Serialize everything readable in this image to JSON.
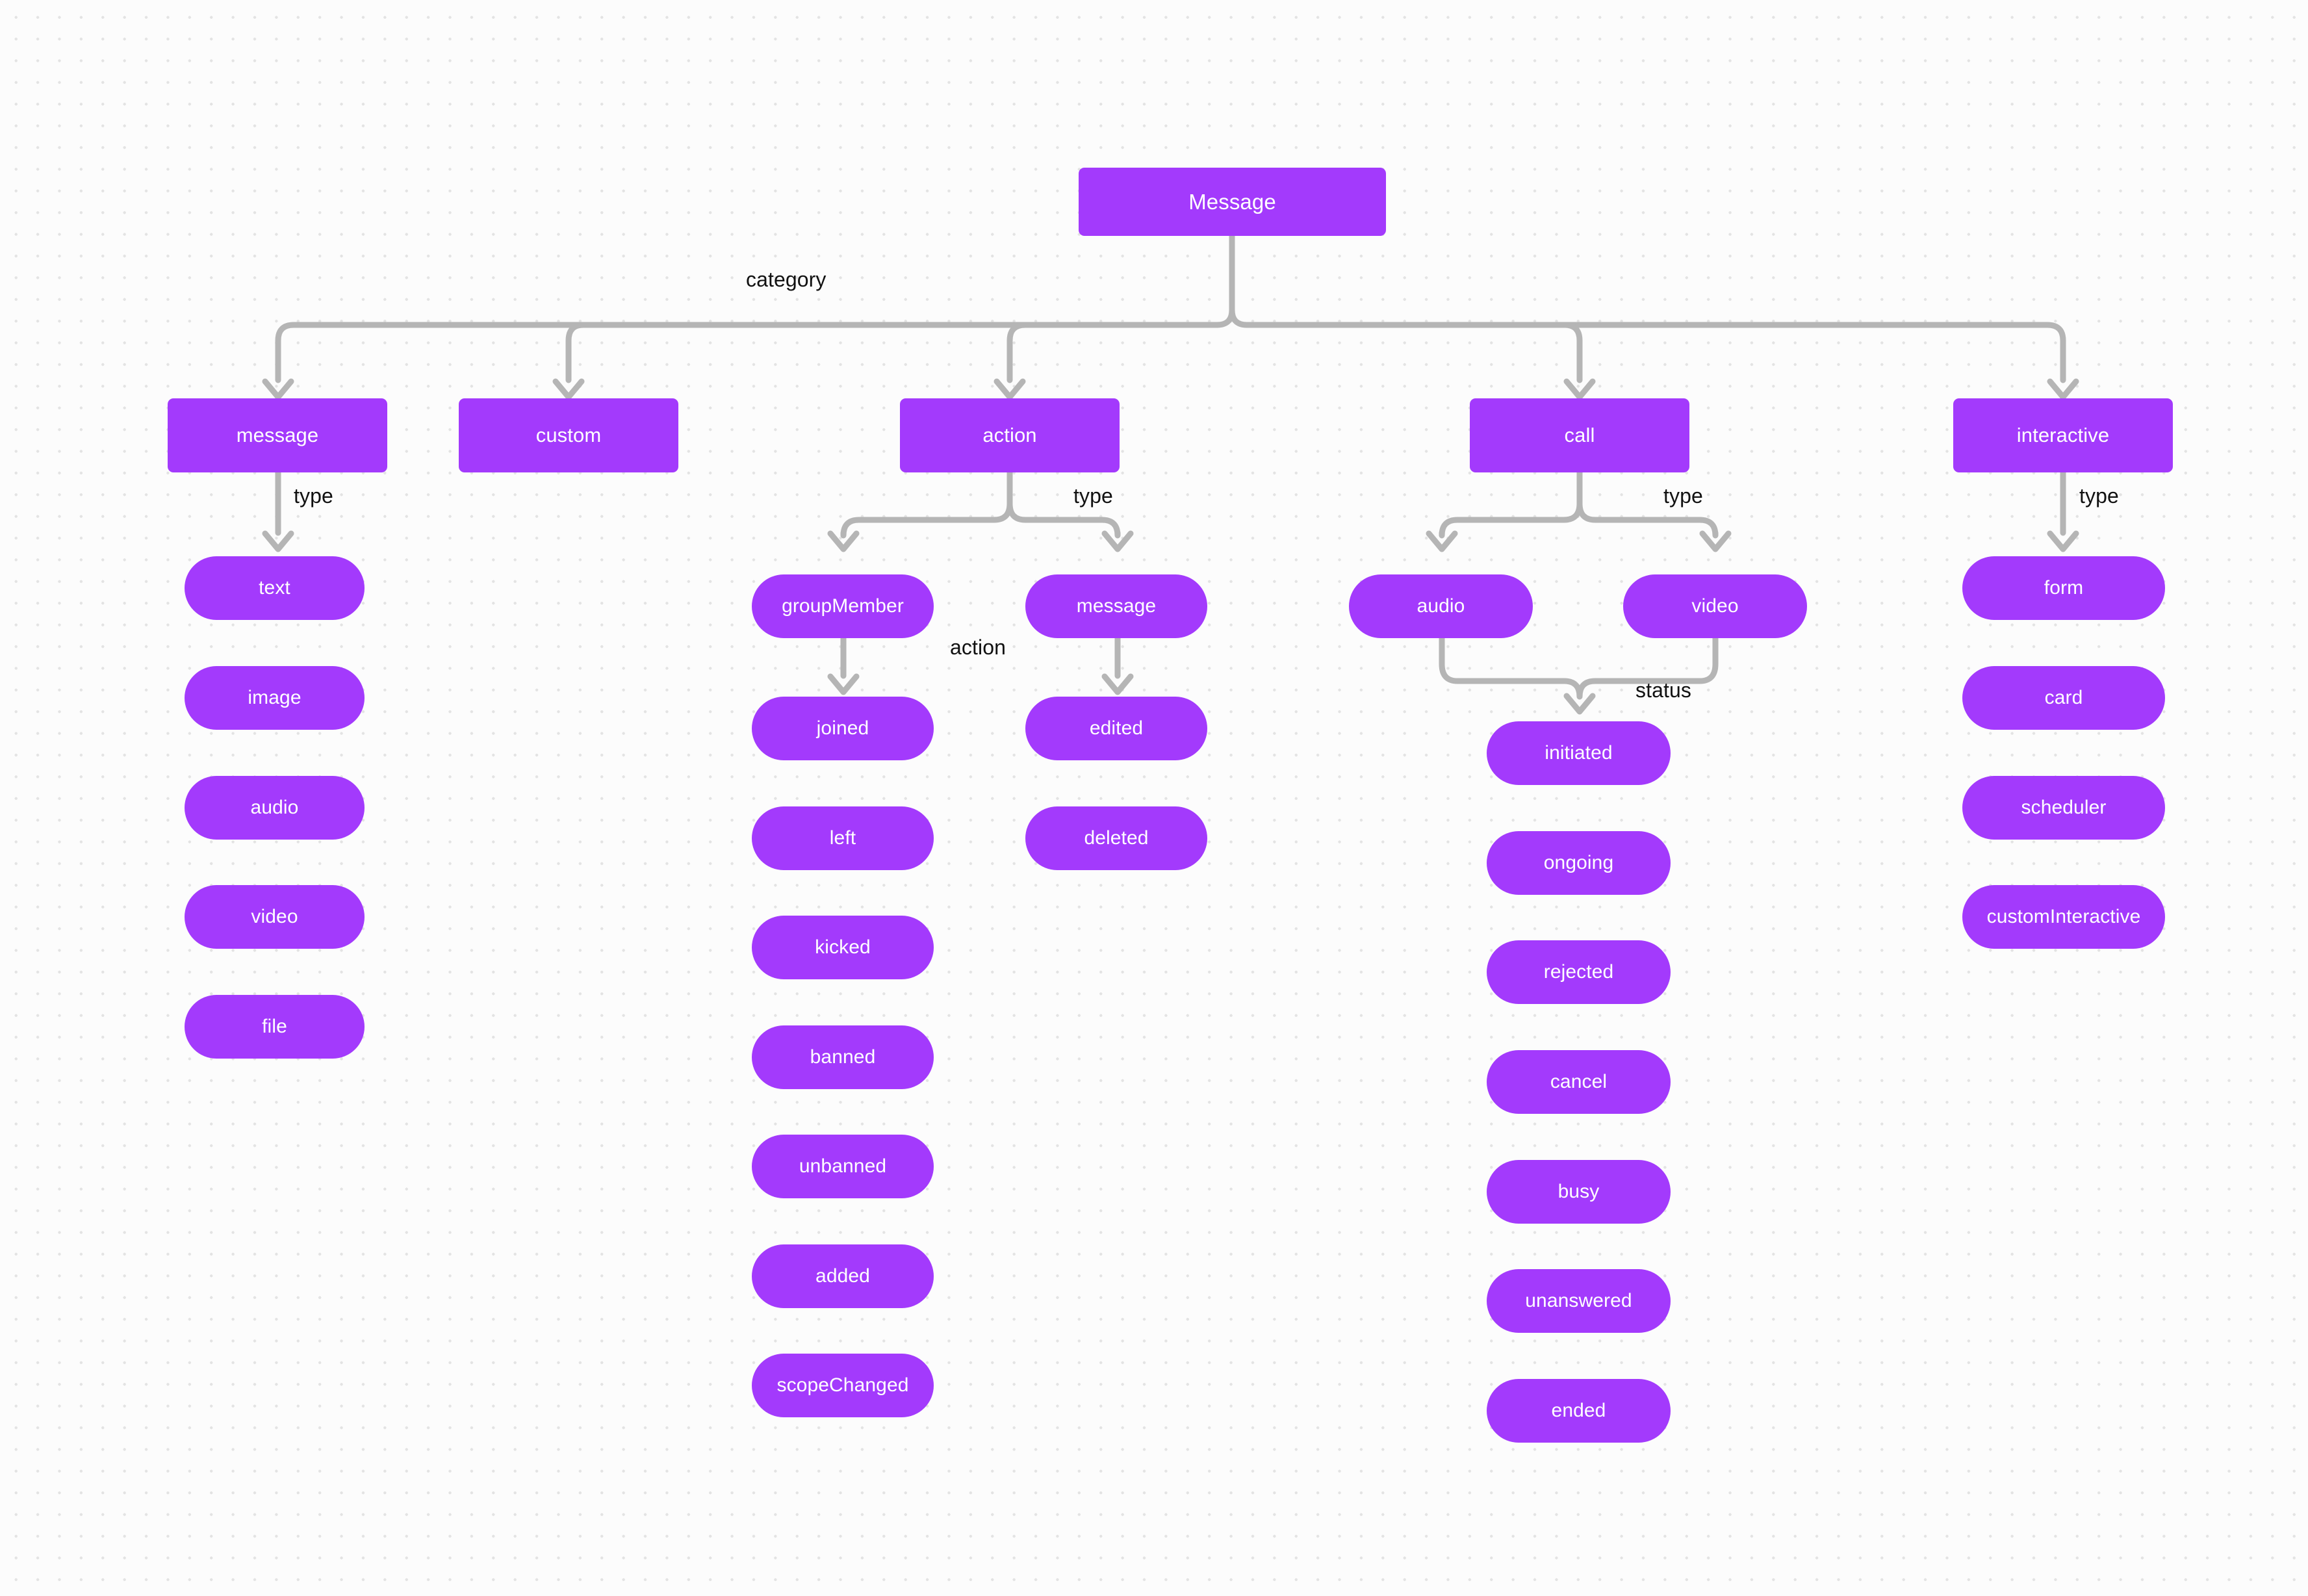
{
  "diagram": {
    "title": "Message",
    "root": {
      "label": "Message"
    },
    "edge_labels": {
      "category": "category",
      "type": "type",
      "action": "action",
      "status": "status"
    },
    "colors": {
      "node_fill": "#a33afc",
      "node_text": "#ffffff",
      "edge_stroke": "#b5b5b5",
      "label_text": "#111111",
      "canvas_bg": "#fcfcfc",
      "grid_dot": "#e3e3e3"
    },
    "categories": [
      {
        "label": "message",
        "edge_label": "type",
        "children": [
          {
            "label": "text"
          },
          {
            "label": "image"
          },
          {
            "label": "audio"
          },
          {
            "label": "video"
          },
          {
            "label": "file"
          }
        ]
      },
      {
        "label": "custom",
        "edge_label": "",
        "children": []
      },
      {
        "label": "action",
        "edge_label": "type",
        "children": [
          {
            "label": "groupMember",
            "edge_label": "action",
            "children": [
              {
                "label": "joined"
              },
              {
                "label": "left"
              },
              {
                "label": "kicked"
              },
              {
                "label": "banned"
              },
              {
                "label": "unbanned"
              },
              {
                "label": "added"
              },
              {
                "label": "scopeChanged"
              }
            ]
          },
          {
            "label": "message",
            "edge_label": "action",
            "children": [
              {
                "label": "edited"
              },
              {
                "label": "deleted"
              }
            ]
          }
        ]
      },
      {
        "label": "call",
        "edge_label": "type",
        "children": [
          {
            "label": "audio"
          },
          {
            "label": "video"
          }
        ],
        "status_edge_label": "status",
        "statuses": [
          {
            "label": "initiated"
          },
          {
            "label": "ongoing"
          },
          {
            "label": "rejected"
          },
          {
            "label": "cancel"
          },
          {
            "label": "busy"
          },
          {
            "label": "unanswered"
          },
          {
            "label": "ended"
          }
        ]
      },
      {
        "label": "interactive",
        "edge_label": "type",
        "children": [
          {
            "label": "form"
          },
          {
            "label": "card"
          },
          {
            "label": "scheduler"
          },
          {
            "label": "customInteractive"
          }
        ]
      }
    ]
  }
}
